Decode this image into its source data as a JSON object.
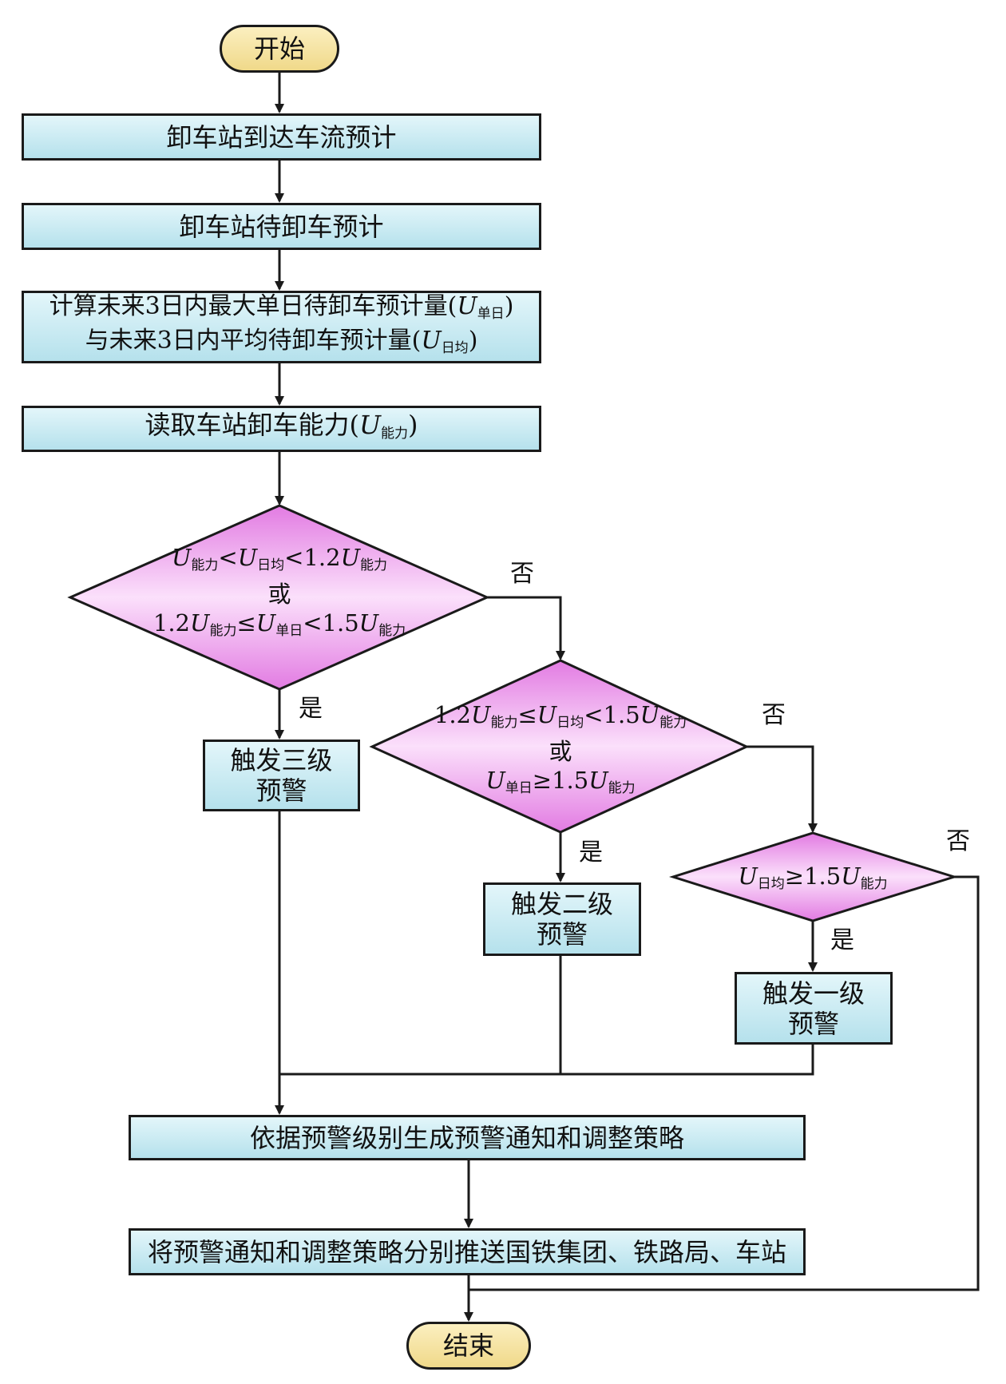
{
  "start": {
    "label": "开始"
  },
  "end": {
    "label": "结束"
  },
  "steps": {
    "s1": "卸车站到达车流预计",
    "s2": "卸车站待卸车预计",
    "s3_line1_prefix": "计算未来3日内最大单日待卸车预计量(",
    "s3_line2_prefix": "与未来3日内平均待卸车预计量(",
    "s4_prefix": "读取车站卸车能力(",
    "s5": "依据预警级别生成预警通知和调整策略",
    "s6": "将预警通知和调整策略分别推送国铁集团、铁路局、车站"
  },
  "symbols": {
    "U": "U",
    "sub_single": "单日",
    "sub_avg": "日均",
    "sub_cap": "能力",
    "close_paren": ")"
  },
  "decisions": {
    "d1": {
      "lt": "<",
      "coef_12": "1.2",
      "or": "或",
      "le": "≤",
      "coef_15": "1.5"
    },
    "d2": {
      "coef_12": "1.2",
      "le": "≤",
      "lt": "<",
      "coef_15": "1.5",
      "or": "或",
      "ge": "≥"
    },
    "d3": {
      "ge": "≥",
      "coef_15": "1.5"
    }
  },
  "alerts": {
    "level3": {
      "line1": "触发三级",
      "line2": "预警"
    },
    "level2": {
      "line1": "触发二级",
      "line2": "预警"
    },
    "level1": {
      "line1": "触发一级",
      "line2": "预警"
    }
  },
  "branch_labels": {
    "yes": "是",
    "no": "否"
  },
  "colors": {
    "rect_fill_top": "#e3f6fa",
    "rect_fill_bottom": "#b5e1ec",
    "terminal_fill": "#f0d98a",
    "diamond_fill": "#eeb3ee",
    "stroke": "#1a1a1a"
  }
}
